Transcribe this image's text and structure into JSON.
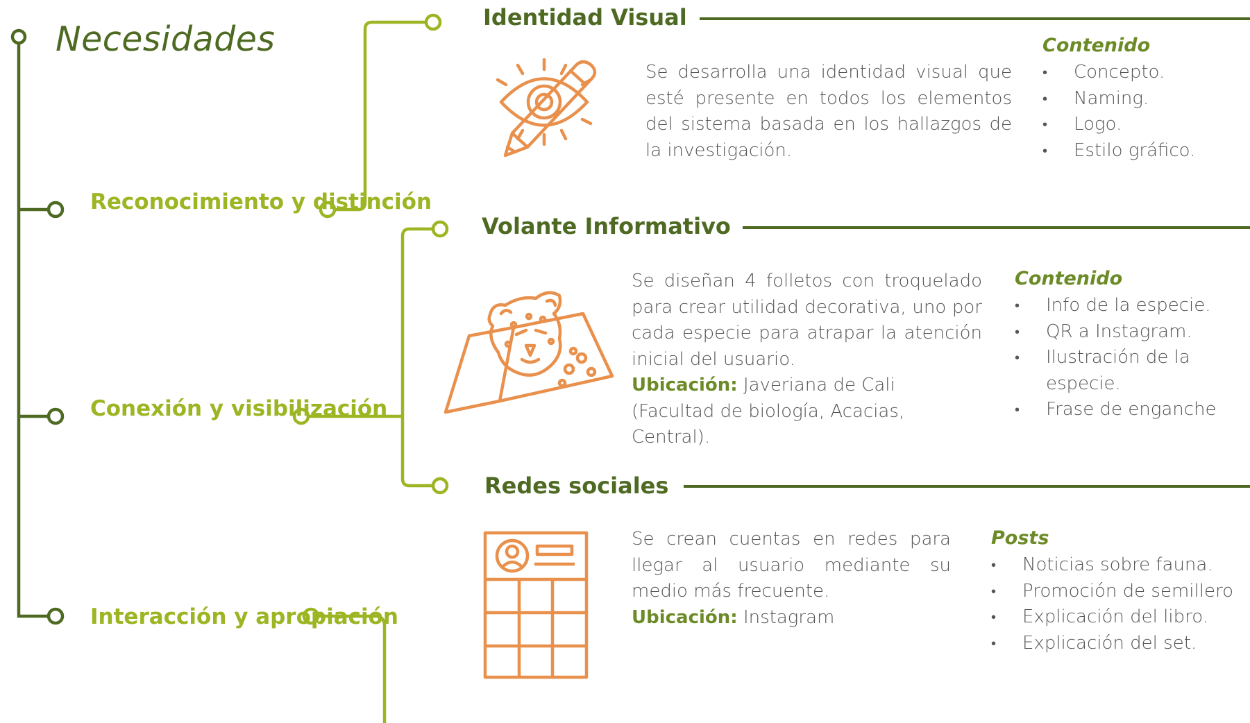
{
  "title": "Necesidades",
  "needs": [
    {
      "label": "Reconocimiento y distinción"
    },
    {
      "label": "Conexión y visibilización"
    },
    {
      "label": "Interacción y apropiación"
    }
  ],
  "sections": {
    "identidad": {
      "title": "Identidad Visual",
      "description": "Se desarrolla una identidad visual que esté presente en todos los elementos del sistema basada en los hallazgos de la investigación.",
      "content_label": "Contenido",
      "items": [
        "Concepto.",
        "Naming.",
        "Logo.",
        "Estilo gráfico."
      ],
      "icon": "eye-pencil-icon"
    },
    "volante": {
      "title": "Volante Informativo",
      "description": "Se diseñan 4 folletos con troquelado para crear utilidad decorativa, uno por cada especie para atrapar la atención inicial del usuario.",
      "location_label": "Ubicación:",
      "location": "Javeriana de Cali (Facultad de biología, Acacias, Central).",
      "content_label": "Contenido",
      "items": [
        "Info de la especie.",
        "QR a Instagram.",
        "Ilustración de la especie.",
        "Frase de enganche"
      ],
      "icon": "jaguar-flyer-icon"
    },
    "redes": {
      "title": "Redes sociales",
      "description": "Se crean cuentas en redes para llegar al usuario mediante su medio más frecuente.",
      "location_label": "Ubicación:",
      "location": "Instagram",
      "content_label": "Posts",
      "items": [
        "Noticias sobre fauna.",
        "Promoción de semillero",
        "Explicación del libro.",
        "Explicación del set."
      ],
      "icon": "social-profile-grid-icon"
    }
  },
  "colors": {
    "dark_green": "#4e6a22",
    "light_green": "#9bb523",
    "orange": "#e8904c",
    "text": "#555555"
  }
}
